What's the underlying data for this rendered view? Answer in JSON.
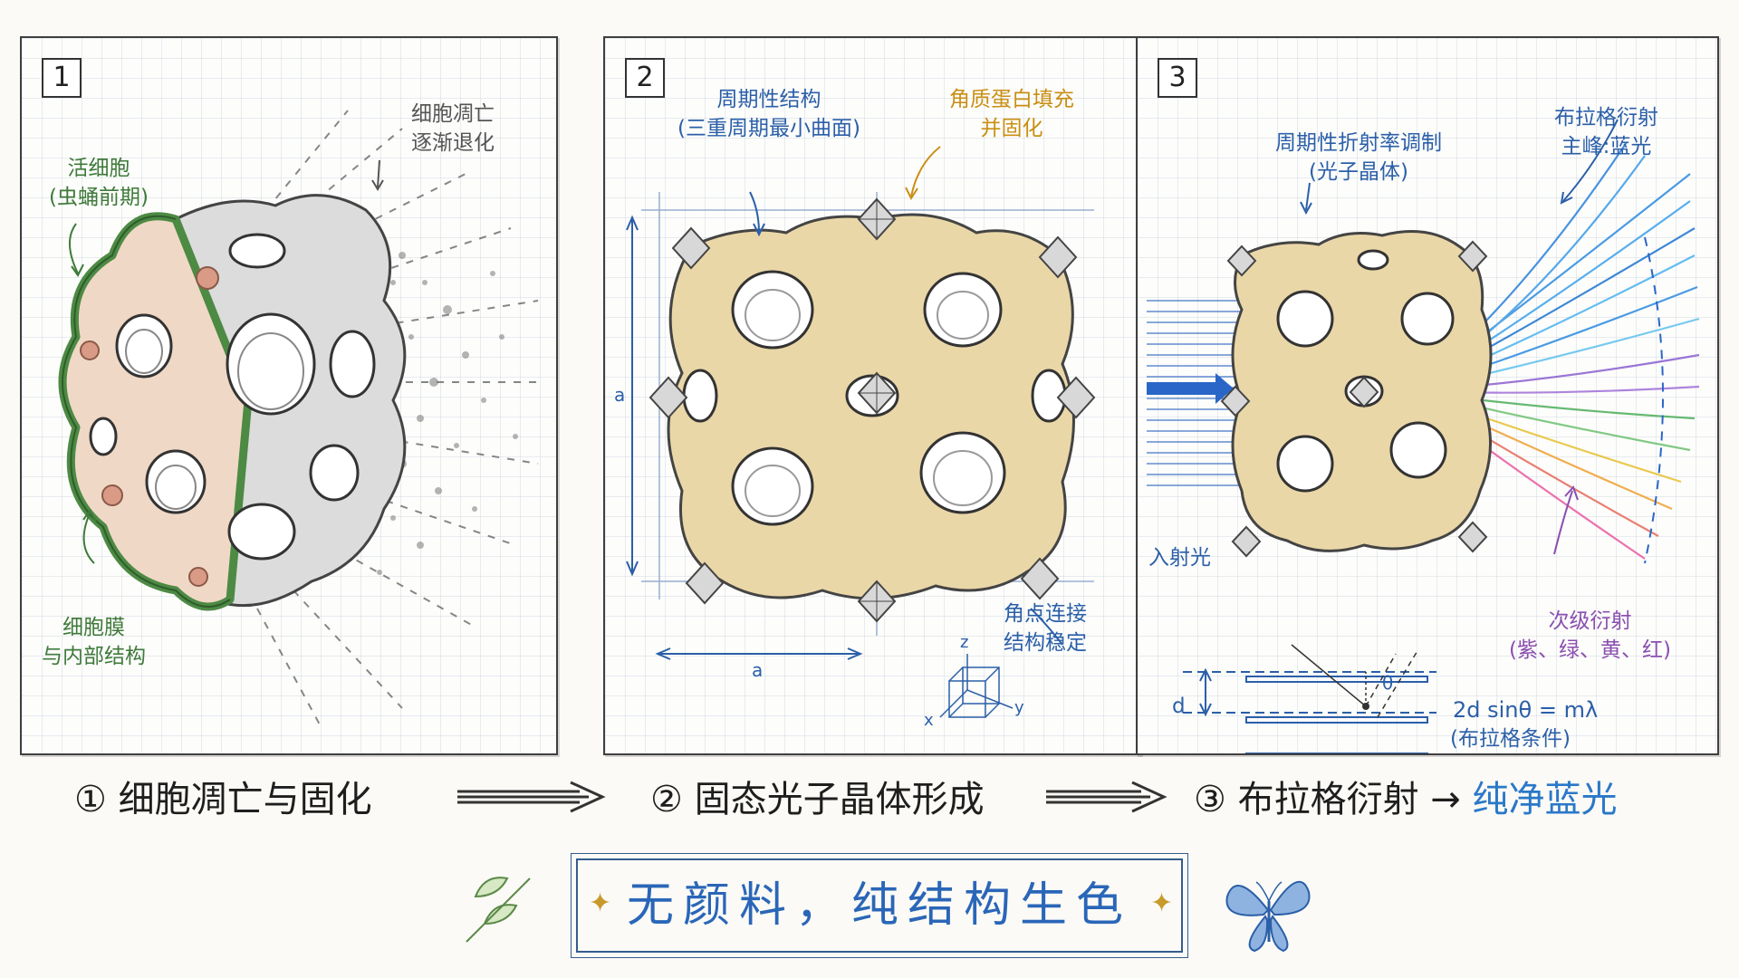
{
  "panel1": {
    "number": "1",
    "live_cell_label": "活细胞\n(虫蛹前期)",
    "apoptosis_label": "细胞凋亡\n逐渐退化",
    "membrane_label": "细胞膜\n与内部结构"
  },
  "panel2": {
    "number": "2",
    "periodic_label": "周期性结构\n(三重周期最小曲面)",
    "keratin_label": "角质蛋白填充\n并固化",
    "corner_label": "角点连接\n结构稳定",
    "dim_a_vertical": "a",
    "dim_a_horizontal": "a",
    "axis_z": "z",
    "axis_x": "x",
    "axis_y": "y"
  },
  "panel3": {
    "number": "3",
    "modulation_label": "周期性折射率调制\n(光子晶体)",
    "bragg_label": "布拉格衍射\n主峰:蓝光",
    "incident_label": "入射光",
    "secondary_label": "次级衍射\n(紫、绿、黄、红)",
    "spacing_label": "d",
    "theta_label": "θ",
    "formula": "2d sinθ = mλ",
    "formula_note": "(布拉格条件)"
  },
  "captions": {
    "step1": "① 细胞凋亡与固化",
    "step2": "② 固态光子晶体形成",
    "step3_prefix": "③ 布拉格衍射 →",
    "step3_highlight": "纯净蓝光"
  },
  "motto": "无颜料，纯结构生色",
  "colors": {
    "ink_blue": "#2b5fa8",
    "ink_green": "#3f7a3a",
    "ink_gold": "#c98f14",
    "ink_purple": "#8a4fb0",
    "highlight_blue": "#2a78c8",
    "keratin_fill": "#ead7a8"
  }
}
